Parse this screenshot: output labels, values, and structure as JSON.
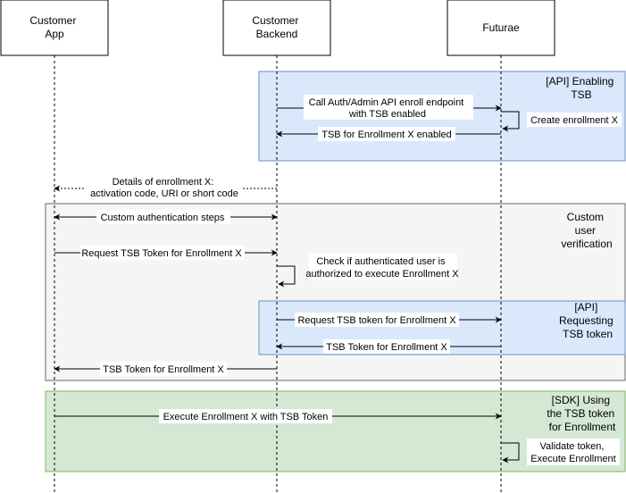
{
  "actors": [
    {
      "id": "app",
      "lines": [
        "Customer",
        "App"
      ]
    },
    {
      "id": "backend",
      "lines": [
        "Customer",
        "Backend"
      ]
    },
    {
      "id": "futurae",
      "lines": [
        "Futurae"
      ]
    }
  ],
  "groups": [
    {
      "id": "api-enable",
      "lines": [
        "[API] Enabling",
        "TSB"
      ],
      "fill": "#dae8fc",
      "stroke": "#6c8ebf"
    },
    {
      "id": "custom-verify",
      "lines": [
        "Custom",
        "user",
        "verification"
      ],
      "fill": "#f5f5f5",
      "stroke": "#666666"
    },
    {
      "id": "api-request",
      "lines": [
        "[API]",
        "Requesting",
        "TSB token"
      ],
      "fill": "#dae8fc",
      "stroke": "#6c8ebf"
    },
    {
      "id": "sdk-use",
      "lines": [
        "[SDK] Using",
        "the TSB token",
        "for Enrollment"
      ],
      "fill": "#d5e8d4",
      "stroke": "#82b366"
    }
  ],
  "messages": [
    {
      "id": "enroll-call",
      "lines": [
        "Call Auth/Admin API enroll endpoint",
        "with TSB enabled"
      ],
      "from": "backend",
      "to": "futurae",
      "style": "solid"
    },
    {
      "id": "create-enrollment",
      "lines": [
        "Create enrollment X"
      ],
      "from": "futurae",
      "to": "futurae",
      "style": "self"
    },
    {
      "id": "tsb-enabled",
      "lines": [
        "TSB for Enrollment X enabled"
      ],
      "from": "futurae",
      "to": "backend",
      "style": "solid"
    },
    {
      "id": "enrollment-details",
      "lines": [
        "Details of enrollment X:",
        "activation code, URI or short code"
      ],
      "from": "backend",
      "to": "app",
      "style": "dotted"
    },
    {
      "id": "custom-auth",
      "lines": [
        "Custom authentication steps"
      ],
      "from": "app",
      "to": "backend",
      "style": "both"
    },
    {
      "id": "request-token",
      "lines": [
        "Request TSB Token for Enrollment X"
      ],
      "from": "app",
      "to": "backend",
      "style": "solid"
    },
    {
      "id": "check-authorized",
      "lines": [
        "Check if authenticated user is",
        "authorized to execute Enrollment X"
      ],
      "from": "backend",
      "to": "backend",
      "style": "self"
    },
    {
      "id": "backend-request-token",
      "lines": [
        "Request TSB token for Enrollment X"
      ],
      "from": "backend",
      "to": "futurae",
      "style": "solid"
    },
    {
      "id": "token-to-backend",
      "lines": [
        "TSB Token for Enrollment X"
      ],
      "from": "futurae",
      "to": "backend",
      "style": "solid"
    },
    {
      "id": "token-to-app",
      "lines": [
        "TSB Token for Enrollment X"
      ],
      "from": "backend",
      "to": "app",
      "style": "solid"
    },
    {
      "id": "execute-enrollment",
      "lines": [
        "Execute Enrollment X with TSB Token"
      ],
      "from": "app",
      "to": "futurae",
      "style": "solid"
    },
    {
      "id": "validate-token",
      "lines": [
        "Validate token,",
        "Execute Enrollment"
      ],
      "from": "futurae",
      "to": "futurae",
      "style": "self"
    }
  ]
}
